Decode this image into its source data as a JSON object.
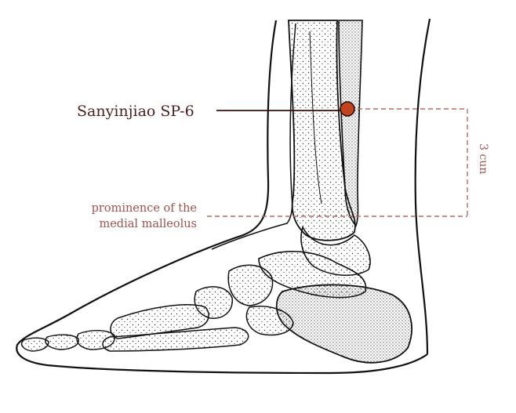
{
  "acupoint": {
    "label": "Sanyinjiao SP-6",
    "marker_color": "#c0441c"
  },
  "landmark": {
    "line1": "prominence of the",
    "line2": "medial malleolus"
  },
  "measurement": {
    "label": "3 cun",
    "color": "#a0524e"
  },
  "colors": {
    "outline": "#111111",
    "point_label": "#4a1f1f",
    "guide_line": "#3a0f0f"
  }
}
